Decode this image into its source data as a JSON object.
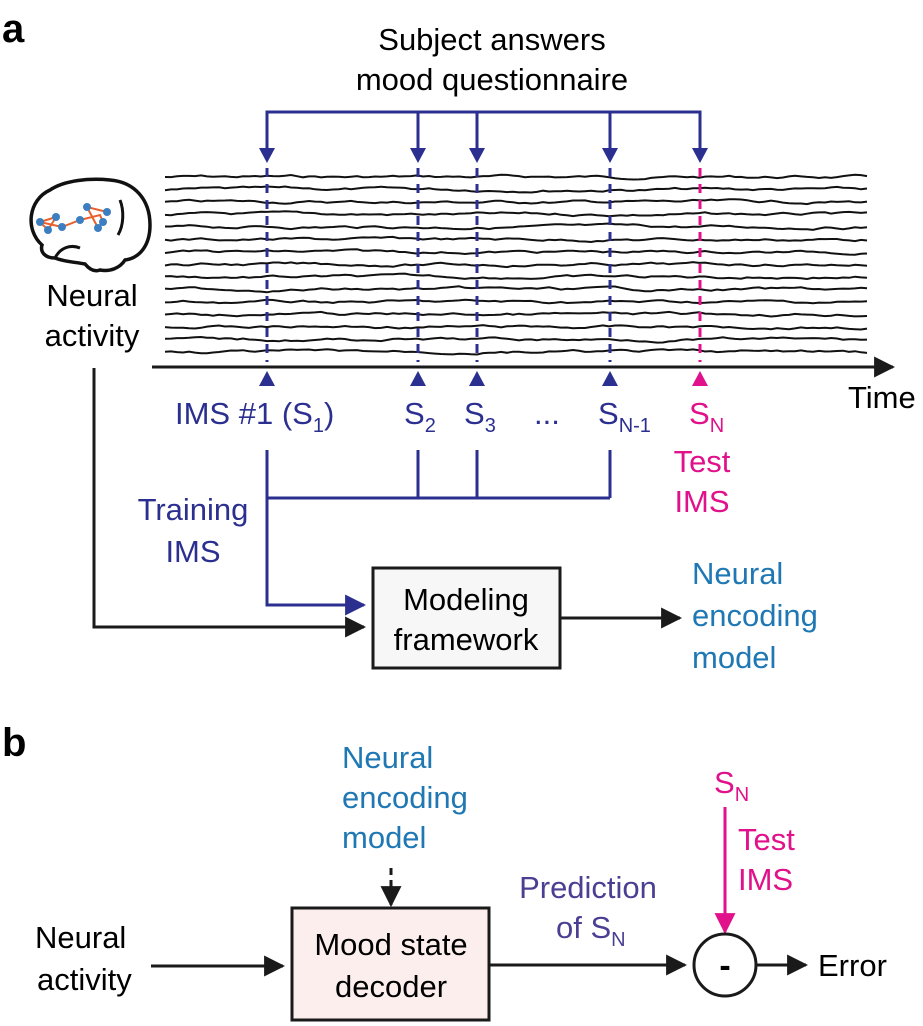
{
  "colors": {
    "navy": "#2b2f8f",
    "magenta": "#e0118a",
    "teal_blue": "#1f78b4",
    "purple": "#4b3f93",
    "black": "#1a1a1a",
    "orange": "#e8602c",
    "node_blue": "#3c7fc1",
    "framework_fill": "#f7f7f7",
    "decoder_fill": "#fdeeee"
  },
  "panel_a": {
    "label": "a",
    "questionnaire_line1": "Subject answers",
    "questionnaire_line2": "mood questionnaire",
    "neural_activity_line1": "Neural",
    "neural_activity_line2": "activity",
    "time_label": "Time",
    "brain_icon": "brain-network-icon",
    "sample_markers": [
      {
        "base": "IMS #1 (S",
        "sub": "1",
        "suffix": ")",
        "color": "navy"
      },
      {
        "base": "S",
        "sub": "2",
        "suffix": "",
        "color": "navy"
      },
      {
        "base": "S",
        "sub": "3",
        "suffix": "",
        "color": "navy"
      },
      {
        "base": "...",
        "sub": "",
        "suffix": "",
        "color": "navy"
      },
      {
        "base": "S",
        "sub": "N-1",
        "suffix": "",
        "color": "navy"
      },
      {
        "base": "S",
        "sub": "N",
        "suffix": "",
        "color": "magenta"
      }
    ],
    "test_ims_line1": "Test",
    "test_ims_line2": "IMS",
    "training_ims_line1": "Training",
    "training_ims_line2": "IMS",
    "modeling_box_line1": "Modeling",
    "modeling_box_line2": "framework",
    "output_line1": "Neural",
    "output_line2": "encoding",
    "output_line3": "model",
    "trace_count": 15
  },
  "panel_b": {
    "label": "b",
    "model_line1": "Neural",
    "model_line2": "encoding",
    "model_line3": "model",
    "input_line1": "Neural",
    "input_line2": "activity",
    "decoder_line1": "Mood state",
    "decoder_line2": "decoder",
    "prediction_line1": "Prediction",
    "prediction_line2_base": "of S",
    "prediction_line2_sub": "N",
    "sn_base": "S",
    "sn_sub": "N",
    "test_line1": "Test",
    "test_line2": "IMS",
    "subtract_symbol": "-",
    "error_label": "Error"
  }
}
